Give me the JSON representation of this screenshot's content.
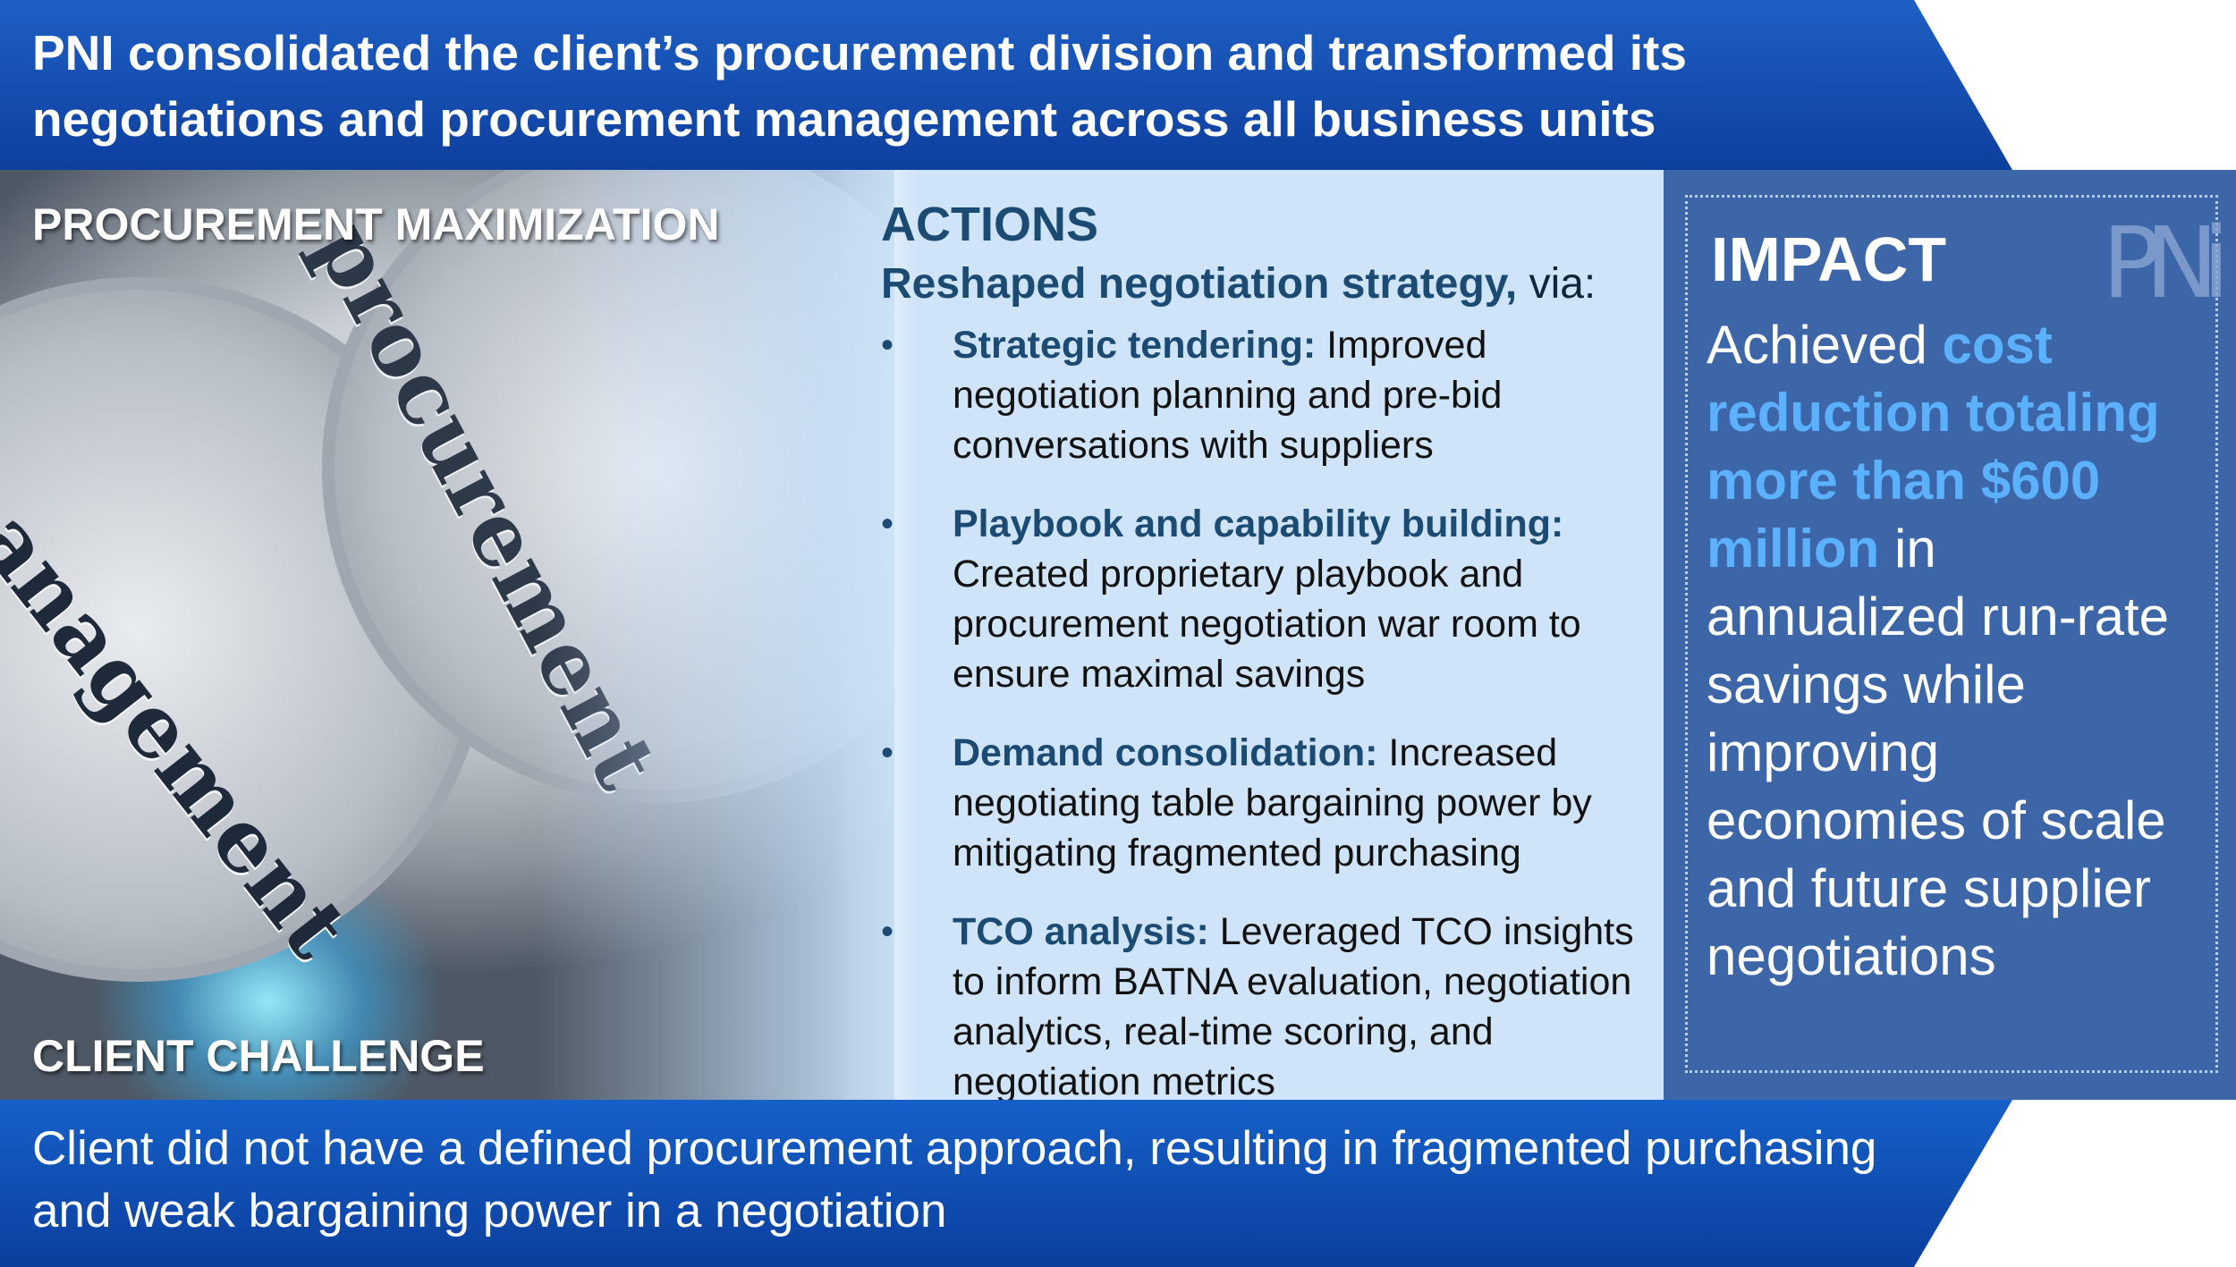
{
  "header": {
    "title": "PNI consolidated the client’s procurement division and transformed its negotiations and procurement management across all business units"
  },
  "image_panel": {
    "gear_word_1": "management",
    "gear_word_2": "procurement"
  },
  "labels": {
    "procurement_maximization": "PROCUREMENT MAXIMIZATION",
    "client_challenge": "CLIENT CHALLENGE"
  },
  "actions": {
    "heading": "ACTIONS",
    "subheading_strong": "Reshaped negotiation strategy,",
    "subheading_plain": " via:",
    "bullet_symbol": "•",
    "items": [
      {
        "title": "Strategic tendering:",
        "text": " Improved negotiation planning and pre-bid conversations with suppliers"
      },
      {
        "title": "Playbook and capability building:",
        "text": " Created proprietary playbook and procurement negotiation war room to ensure maximal savings"
      },
      {
        "title": "Demand consolidation:",
        "text": " Increased negotiating table bargaining power by mitigating fragmented purchasing"
      },
      {
        "title": "TCO analysis:",
        "text": " Leveraged TCO insights to inform BATNA evaluation, negotiation analytics, real-time scoring, and negotiation metrics"
      }
    ]
  },
  "impact": {
    "heading": "IMPACT",
    "logo": "PNi",
    "text_before": "Achieved ",
    "text_highlight": "cost reduction totaling more than $600 million",
    "text_after": " in annualized run-rate savings while improving economies of scale and future supplier negotiations"
  },
  "footer": {
    "text": "Client did not have a defined procurement approach, resulting in fragmented purchasing and weak bargaining power in a negotiation"
  },
  "colors": {
    "banner_blue": "#0d3f9e",
    "actions_bg": "#cfe4f8",
    "impact_bg": "#3d66a8",
    "highlight": "#5cb1ff",
    "heading_navy": "#1b4a73"
  }
}
